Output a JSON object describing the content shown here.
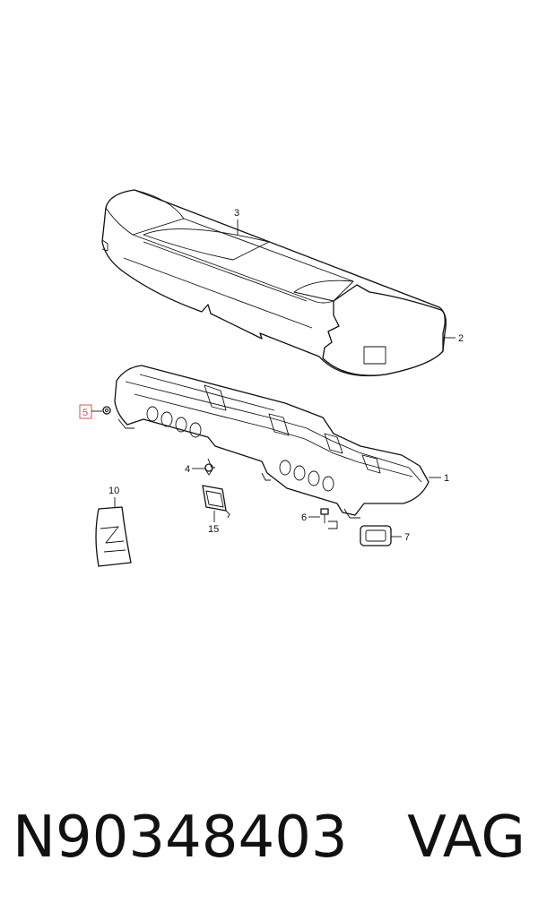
{
  "diagram": {
    "callouts": [
      {
        "id": "3",
        "label": "3"
      },
      {
        "id": "2",
        "label": "2"
      },
      {
        "id": "5",
        "label": "5",
        "highlighted": true
      },
      {
        "id": "4",
        "label": "4"
      },
      {
        "id": "1",
        "label": "1"
      },
      {
        "id": "10",
        "label": "10"
      },
      {
        "id": "15",
        "label": "15"
      },
      {
        "id": "6",
        "label": "6"
      },
      {
        "id": "7",
        "label": "7"
      }
    ],
    "highlight_color": "#d9534f"
  },
  "caption": {
    "part_number": "N90348403",
    "brand": "VAG"
  }
}
